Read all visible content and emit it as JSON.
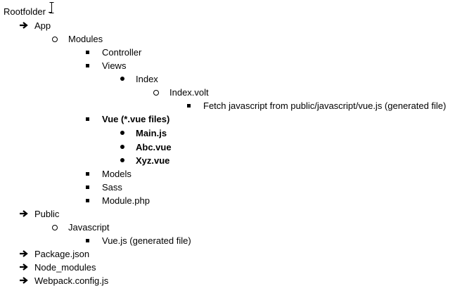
{
  "document": {
    "root": "Rootfolder",
    "items": [
      {
        "text": "App",
        "marker": "arrow-icon"
      },
      {
        "text": "Modules",
        "marker": "circle-bullet-icon"
      },
      {
        "text": "Controller",
        "marker": "square-bullet-icon"
      },
      {
        "text": "Views",
        "marker": "square-bullet-icon"
      },
      {
        "text": "Index",
        "marker": "dot-bullet-icon"
      },
      {
        "text": "Index.volt",
        "marker": "circle-bullet-icon"
      },
      {
        "text": "Fetch javascript from public/javascript/vue.js (generated file)",
        "marker": "square-bullet-icon"
      },
      {
        "text": "Vue (*.vue files)",
        "marker": "square-bullet-icon",
        "bold": true
      },
      {
        "text": "Main.js",
        "marker": "dot-bullet-icon",
        "bold": true
      },
      {
        "text": "Abc.vue",
        "marker": "dot-bullet-icon",
        "bold": true
      },
      {
        "text": "Xyz.vue",
        "marker": "dot-bullet-icon",
        "bold": true
      },
      {
        "text": "Models",
        "marker": "square-bullet-icon"
      },
      {
        "text": "Sass",
        "marker": "square-bullet-icon"
      },
      {
        "text": "Module.php",
        "marker": "square-bullet-icon"
      },
      {
        "text": "Public",
        "marker": "arrow-icon"
      },
      {
        "text": "Javascript",
        "marker": "circle-bullet-icon"
      },
      {
        "text": "Vue.js (generated file)",
        "marker": "square-bullet-icon"
      },
      {
        "text": "Package.json",
        "marker": "arrow-icon"
      },
      {
        "text": "Node_modules",
        "marker": "arrow-icon"
      },
      {
        "text": "Webpack.config.js",
        "marker": "arrow-icon"
      }
    ]
  }
}
